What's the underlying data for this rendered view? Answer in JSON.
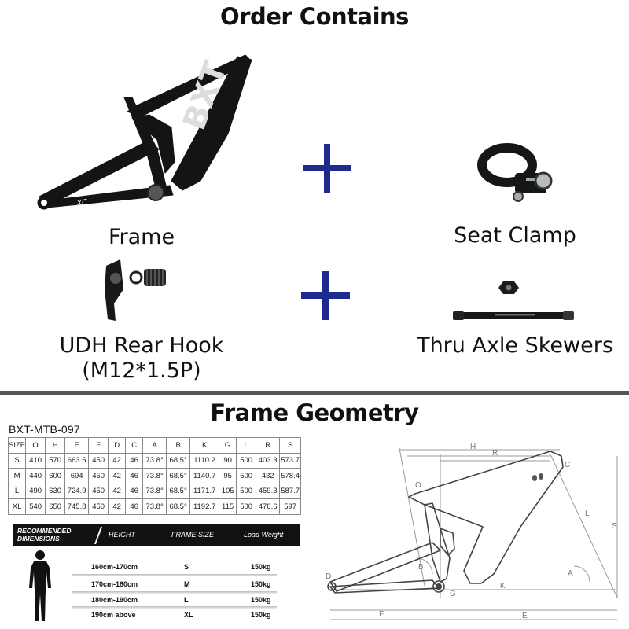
{
  "order": {
    "title": "Order Contains",
    "items": [
      {
        "label": "Frame"
      },
      {
        "label": "Seat Clamp"
      },
      {
        "label": "UDH Rear Hook",
        "sub": "(M12*1.5P)"
      },
      {
        "label": "Thru Axle Skewers"
      }
    ],
    "plus_color": "#1f2a8f"
  },
  "frame_brand_text": "BXT",
  "frame_model_text": "XC",
  "geometry": {
    "title": "Frame Geometry",
    "model": "BXT-MTB-097",
    "columns": [
      "SIZE",
      "O",
      "H",
      "E",
      "F",
      "D",
      "C",
      "A",
      "B",
      "K",
      "G",
      "L",
      "R",
      "S"
    ],
    "rows": [
      [
        "S",
        "410",
        "570",
        "663.5",
        "450",
        "42",
        "46",
        "73.8°",
        "68.5°",
        "1110.2",
        "90",
        "500",
        "403.3",
        "573.7"
      ],
      [
        "M",
        "440",
        "600",
        "694",
        "450",
        "42",
        "46",
        "73.8°",
        "68.5°",
        "1140.7",
        "95",
        "500",
        "432",
        "578.4"
      ],
      [
        "L",
        "490",
        "630",
        "724.9",
        "450",
        "42",
        "46",
        "73.8°",
        "68.5°",
        "1171.7",
        "105",
        "500",
        "459.3",
        "587.7"
      ],
      [
        "XL",
        "540",
        "650",
        "745.8",
        "450",
        "42",
        "46",
        "73.8°",
        "68.5°",
        "1192.7",
        "115",
        "500",
        "476.6",
        "597"
      ]
    ],
    "diagram_labels": [
      "H",
      "R",
      "C",
      "S",
      "E",
      "F",
      "K",
      "G",
      "A",
      "B",
      "D",
      "L",
      "O"
    ]
  },
  "recommended": {
    "title_line1": "RECOMMENDED",
    "title_line2": "DIMENSIONS",
    "col_height": "HEIGHT",
    "col_size": "FRAME SIZE",
    "col_weight": "Load Weight",
    "rows": [
      {
        "height": "160cm-170cm",
        "size": "S",
        "weight": "150kg"
      },
      {
        "height": "170cm-180cm",
        "size": "M",
        "weight": "150kg"
      },
      {
        "height": "180cm-190cm",
        "size": "L",
        "weight": "150kg"
      },
      {
        "height": "190cm above",
        "size": "XL",
        "weight": "150kg"
      }
    ]
  }
}
